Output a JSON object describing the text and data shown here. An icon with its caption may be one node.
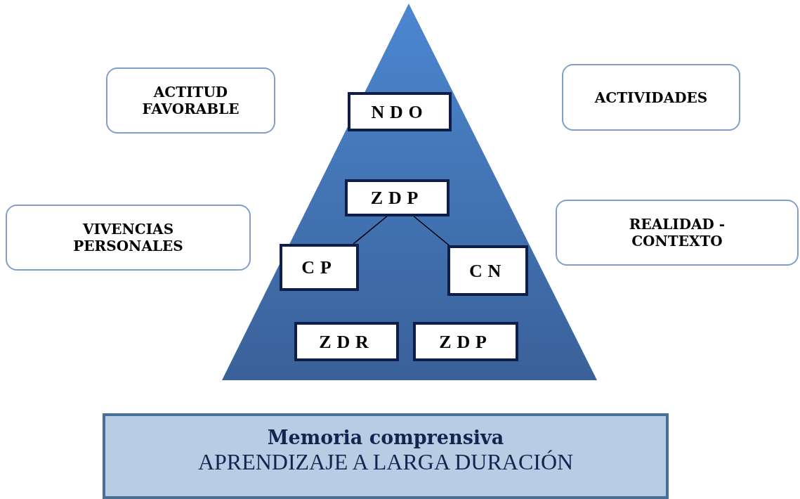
{
  "diagram": {
    "nodes": [
      {
        "text": [
          "ACTITUD FAVORABLE"
        ]
      },
      {
        "text": [],
        "shape": "triangle"
      },
      {
        "text": [
          "NDO"
        ],
        "in": 1
      },
      {
        "text": [
          "ACTIVIDADES"
        ]
      },
      {
        "text": [
          "ZDP"
        ],
        "in": 1
      },
      {
        "text": [
          "VIVENCIAS PERSONALES"
        ]
      },
      {
        "text": [
          "REALIDAD - CONTEXTO"
        ]
      },
      {
        "text": [
          "CP"
        ],
        "in": 1
      },
      {
        "text": [
          "CN"
        ],
        "in": 1
      },
      {
        "text": [
          "ZDR"
        ],
        "in": 1
      },
      {
        "text": [
          "ZDP"
        ],
        "in": 1
      },
      {
        "text": [
          "Memoria comprensiva",
          "APRENDIZAJE A LARGA DURACIÓN"
        ]
      }
    ],
    "edges": [
      {
        "from": 4,
        "to": 7,
        "arrow": "none"
      },
      {
        "from": 4,
        "to": 8,
        "arrow": "none"
      }
    ]
  }
}
